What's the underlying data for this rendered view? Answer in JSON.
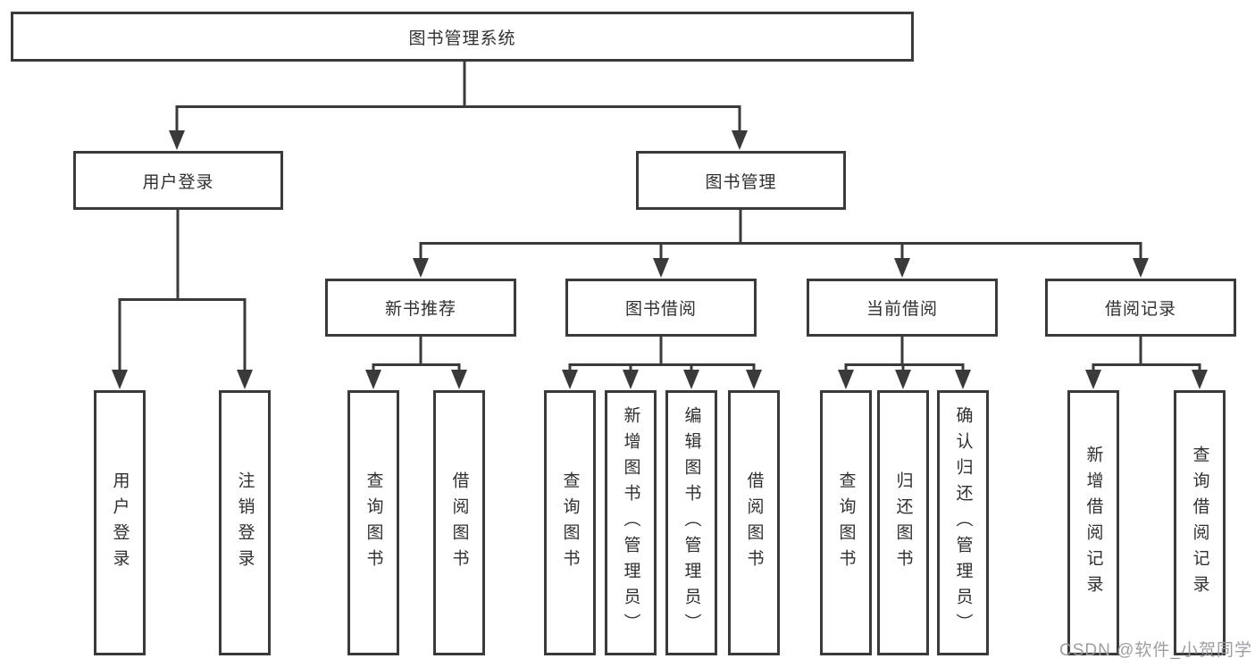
{
  "diagram": {
    "title_node": {
      "label": "图书管理系统"
    },
    "level2": [
      {
        "label": "用户登录"
      },
      {
        "label": "图书管理"
      }
    ],
    "level3": [
      {
        "label": "新书推荐"
      },
      {
        "label": "图书借阅"
      },
      {
        "label": "当前借阅"
      },
      {
        "label": "借阅记录"
      }
    ],
    "leaves": [
      {
        "label": "用户登录"
      },
      {
        "label": "注销登录"
      },
      {
        "label": "查询图书"
      },
      {
        "label": "借阅图书"
      },
      {
        "label": "查询图书"
      },
      {
        "label": "新增图书（管理员）"
      },
      {
        "label": "编辑图书（管理员）"
      },
      {
        "label": "借阅图书"
      },
      {
        "label": "查询图书"
      },
      {
        "label": "归还图书"
      },
      {
        "label": "确认归还（管理员）"
      },
      {
        "label": "新增借阅记录"
      },
      {
        "label": "查询借阅记录"
      }
    ],
    "watermark": "CSDN @软件_小贺同学",
    "colors": {
      "line": "#3a3a3a",
      "text": "#303030",
      "box_fill": "#ffffff",
      "watermark": "#98989e",
      "background": "#ffffff"
    }
  }
}
